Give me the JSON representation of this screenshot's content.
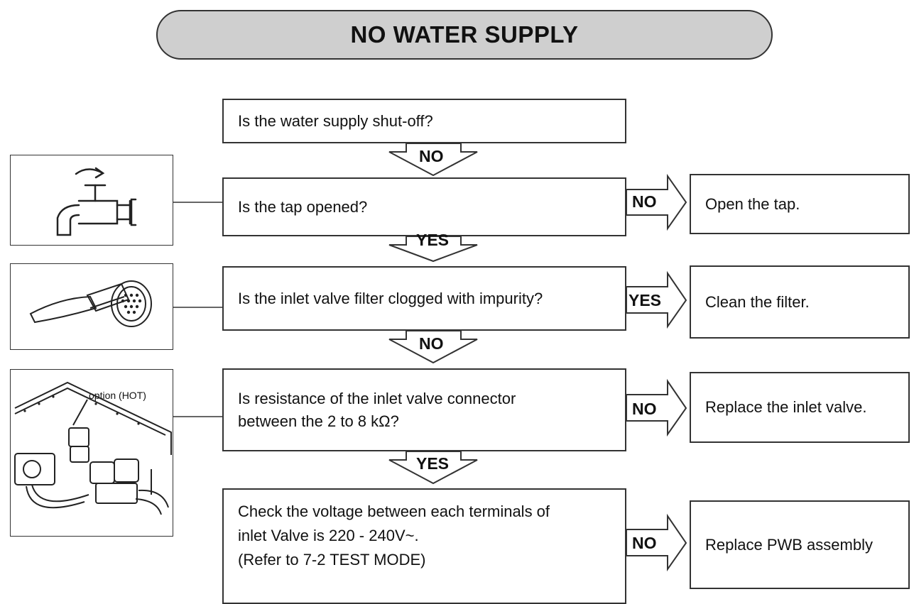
{
  "title": "NO WATER SUPPLY",
  "steps": [
    {
      "question": "Is the water supply shut-off?",
      "down": "NO"
    },
    {
      "question": "Is the tap opened?",
      "side": "NO",
      "result": "Open the tap.",
      "down": "YES"
    },
    {
      "question": "Is the inlet valve filter clogged with impurity?",
      "side": "YES",
      "result": "Clean the filter.",
      "down": "NO"
    },
    {
      "question_lines": [
        "Is resistance of the inlet valve connector",
        "between the 2 to 8 kΩ?"
      ],
      "side": "NO",
      "result": "Replace the inlet valve.",
      "down": "YES"
    },
    {
      "question_lines": [
        "Check the voltage between each terminals of",
        "inlet Valve is 220 - 240V~.",
        "(Refer to 7-2 TEST MODE)"
      ],
      "side": "NO",
      "result": "Replace PWB assembly"
    }
  ],
  "illustrations": {
    "tap": "tap-icon",
    "filter": "filter-brush-icon",
    "valve": "inlet-valve-icon",
    "valve_label": "option (HOT)"
  }
}
